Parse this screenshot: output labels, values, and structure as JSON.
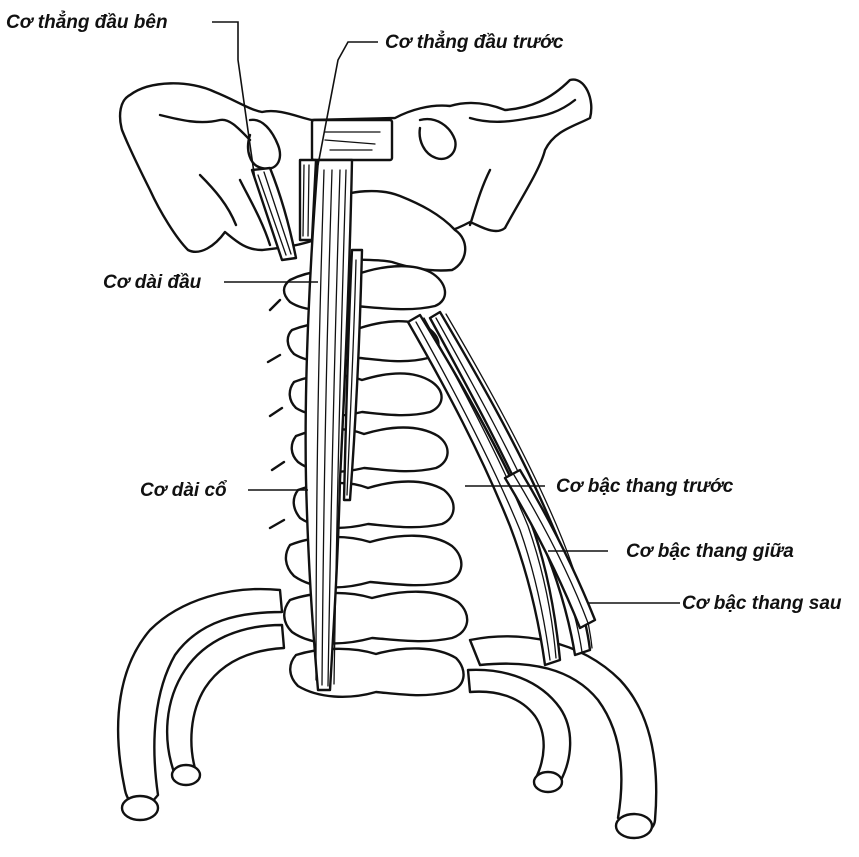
{
  "labels": {
    "rectus_capitis_lateralis": "Cơ thẳng đầu bên",
    "rectus_capitis_anterior": "Cơ thẳng đầu trước",
    "longus_capitis": "Cơ dài đầu",
    "longus_colli": "Cơ dài cổ",
    "scalenus_anterior": "Cơ bậc thang trước",
    "scalenus_medius": "Cơ bậc thang giữa",
    "scalenus_posterior": "Cơ bậc thang sau"
  },
  "colors": {
    "ink": "#111111",
    "background": "#ffffff"
  }
}
